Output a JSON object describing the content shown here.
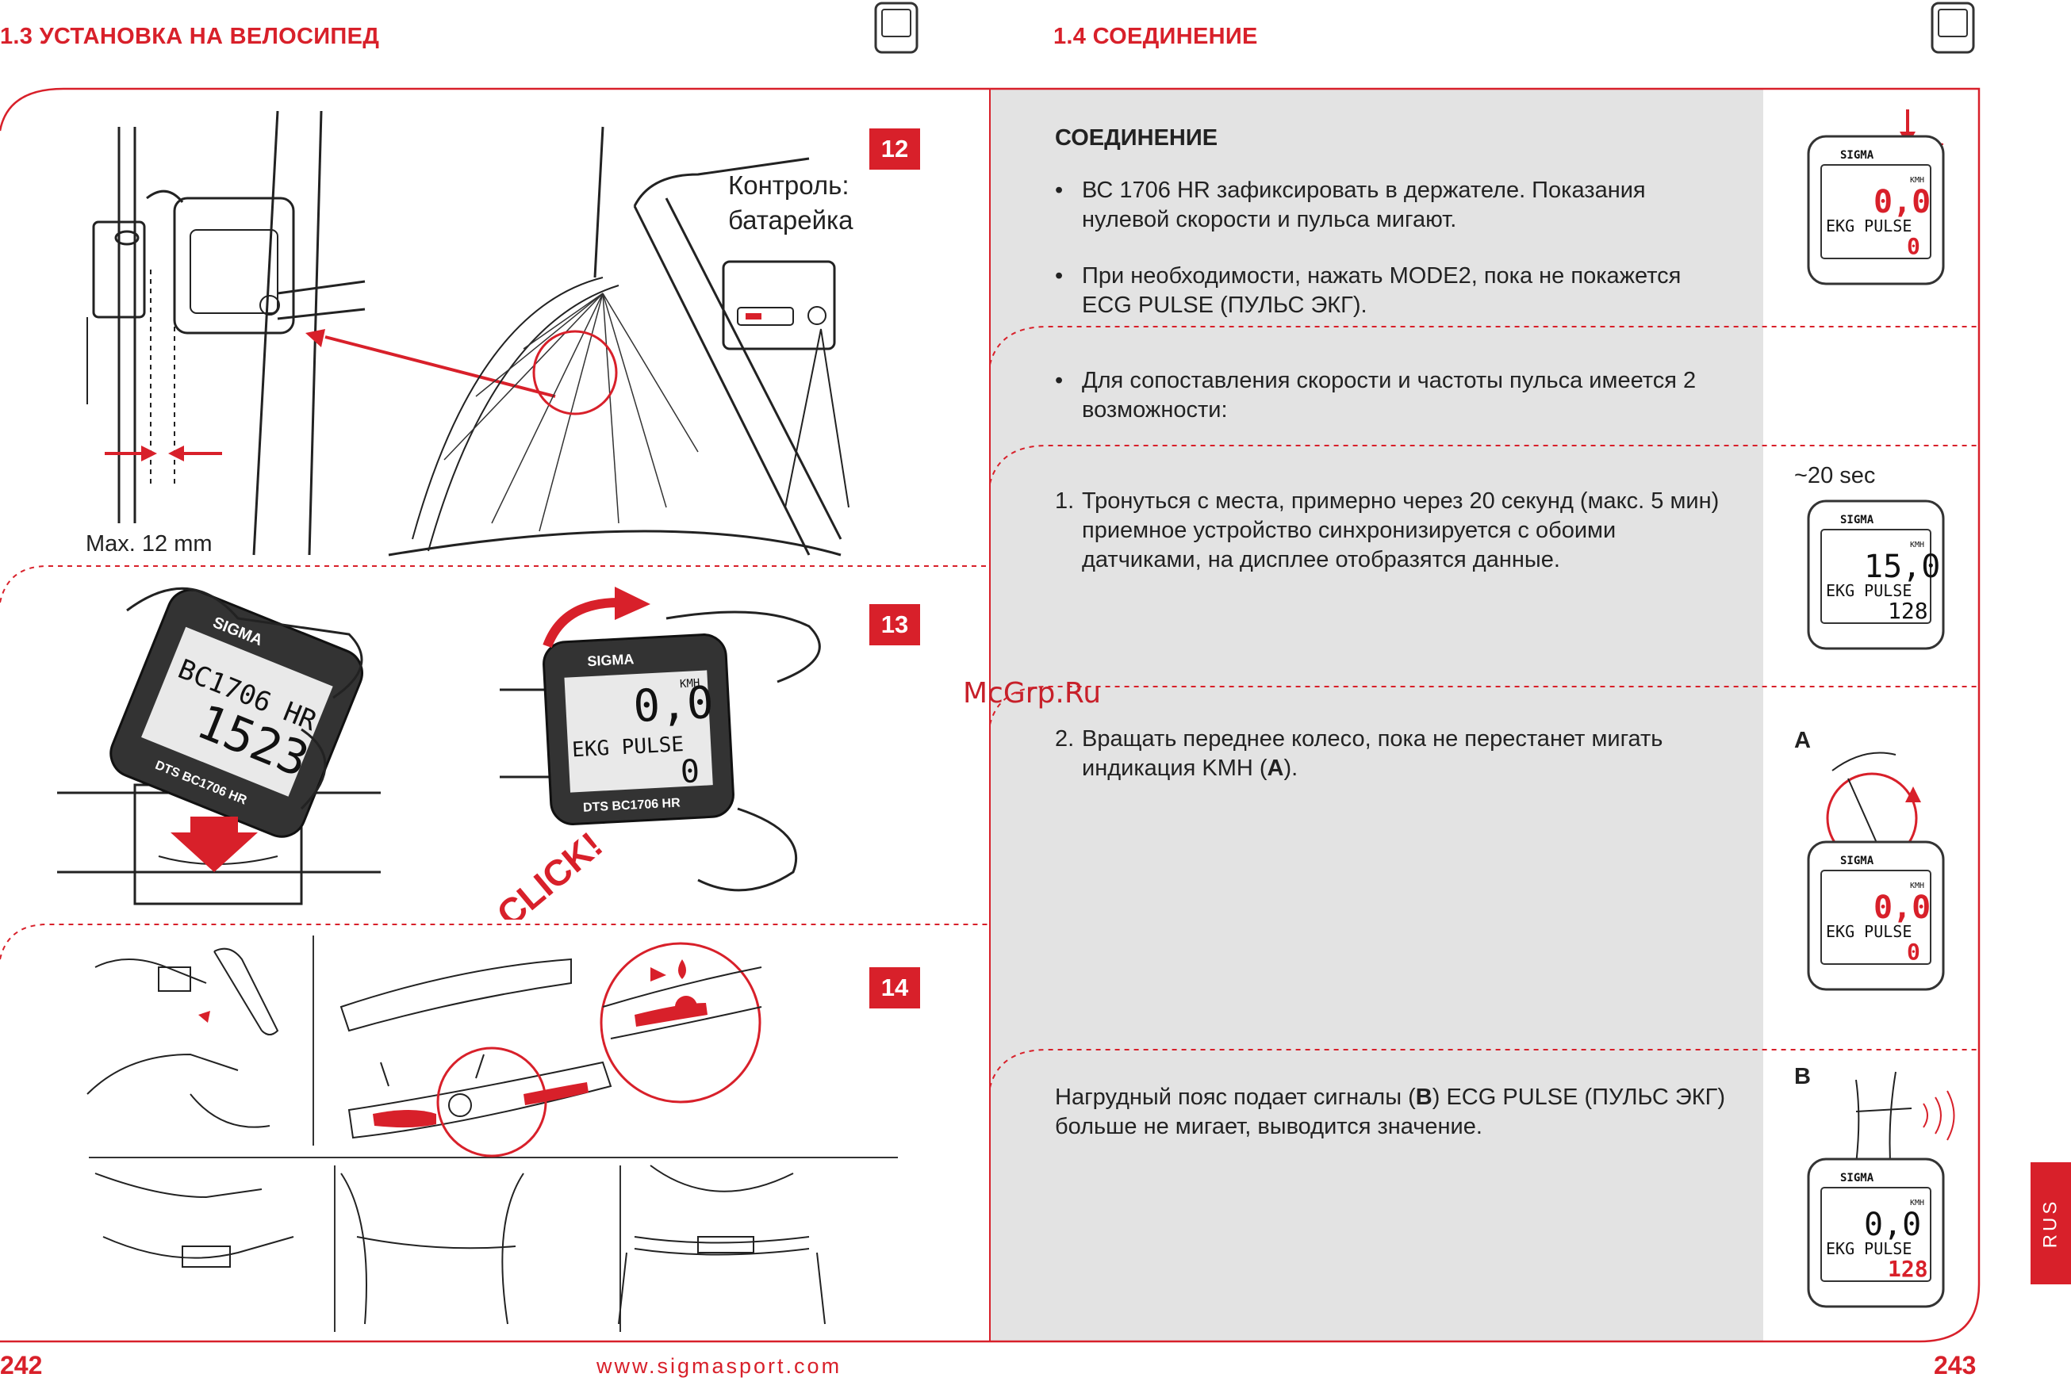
{
  "header": {
    "left_title": "1.3 УСТАНОВКА НА ВЕЛОСИПЕД",
    "right_title": "1.4 СОЕДИНЕНИЕ"
  },
  "left": {
    "step12": {
      "badge": "12",
      "label_line1": "Контроль:",
      "label_line2": "батарейка",
      "measure": "Max. 12 mm"
    },
    "step13": {
      "badge": "13",
      "click": "CLICK!",
      "device_a": {
        "brand": "SIGMA",
        "line1": "BC1706 HR",
        "line2": "1523",
        "model": "DTS BC1706 HR"
      },
      "device_b": {
        "brand": "SIGMA",
        "kmh": "KMH",
        "speed": "0,0",
        "line": "EKG PULSE",
        "pulse": "0",
        "model": "DTS BC1706 HR"
      }
    },
    "step14": {
      "badge": "14"
    }
  },
  "right": {
    "heading": "СОЕДИНЕНИЕ",
    "bullet1": "ВС 1706 HR зафиксировать в держателе. Показания нулевой скорости и пульса мигают.",
    "bullet2": "При необходимости, нажать MODE2, пока не покажется ECG PULSE (ПУЛЬС ЭКГ).",
    "bullet3": "Для сопоставления скорости и частоты пульса имеется 2 возможности:",
    "item1_num": "1.",
    "item1": "Тронуться с места, примерно через  20 секунд (макс. 5 мин) приемное устройство синхронизируется с обоими датчиками, на дисплее отобразятся данные.",
    "item2_num": "2.",
    "item2_pre": "Вращать переднее колесо, пока не перестанет мигать индикация  KMH (",
    "item2_bold": "A",
    "item2_post": ").",
    "final_pre": "Нагрудный пояс подает сигналы (",
    "final_bold": "B",
    "final_post": ") ECG PULSE (ПУЛЬС ЭКГ) больше не мигает, выводится значение."
  },
  "sidebar": {
    "time_label": "~20 sec",
    "label_a": "A",
    "label_b": "B",
    "devices": [
      {
        "brand": "SIGMA",
        "kmh": "KMH",
        "speed": "0,0",
        "line": "EKG PULSE",
        "pulse": "0"
      },
      {
        "brand": "SIGMA",
        "kmh": "KMH",
        "speed": "15,0",
        "line": "EKG PULSE",
        "pulse": "128"
      },
      {
        "brand": "SIGMA",
        "kmh": "KMH",
        "speed": "0,0",
        "line": "EKG PULSE",
        "pulse": "0"
      },
      {
        "brand": "SIGMA",
        "kmh": "KMH",
        "speed": "0,0",
        "line": "EKG PULSE",
        "pulse": "128"
      }
    ],
    "lang_tab": "RUS"
  },
  "watermark": "McGrp.Ru",
  "footer": {
    "left_page": "242",
    "url": "www.sigmasport.com",
    "right_page": "243"
  }
}
